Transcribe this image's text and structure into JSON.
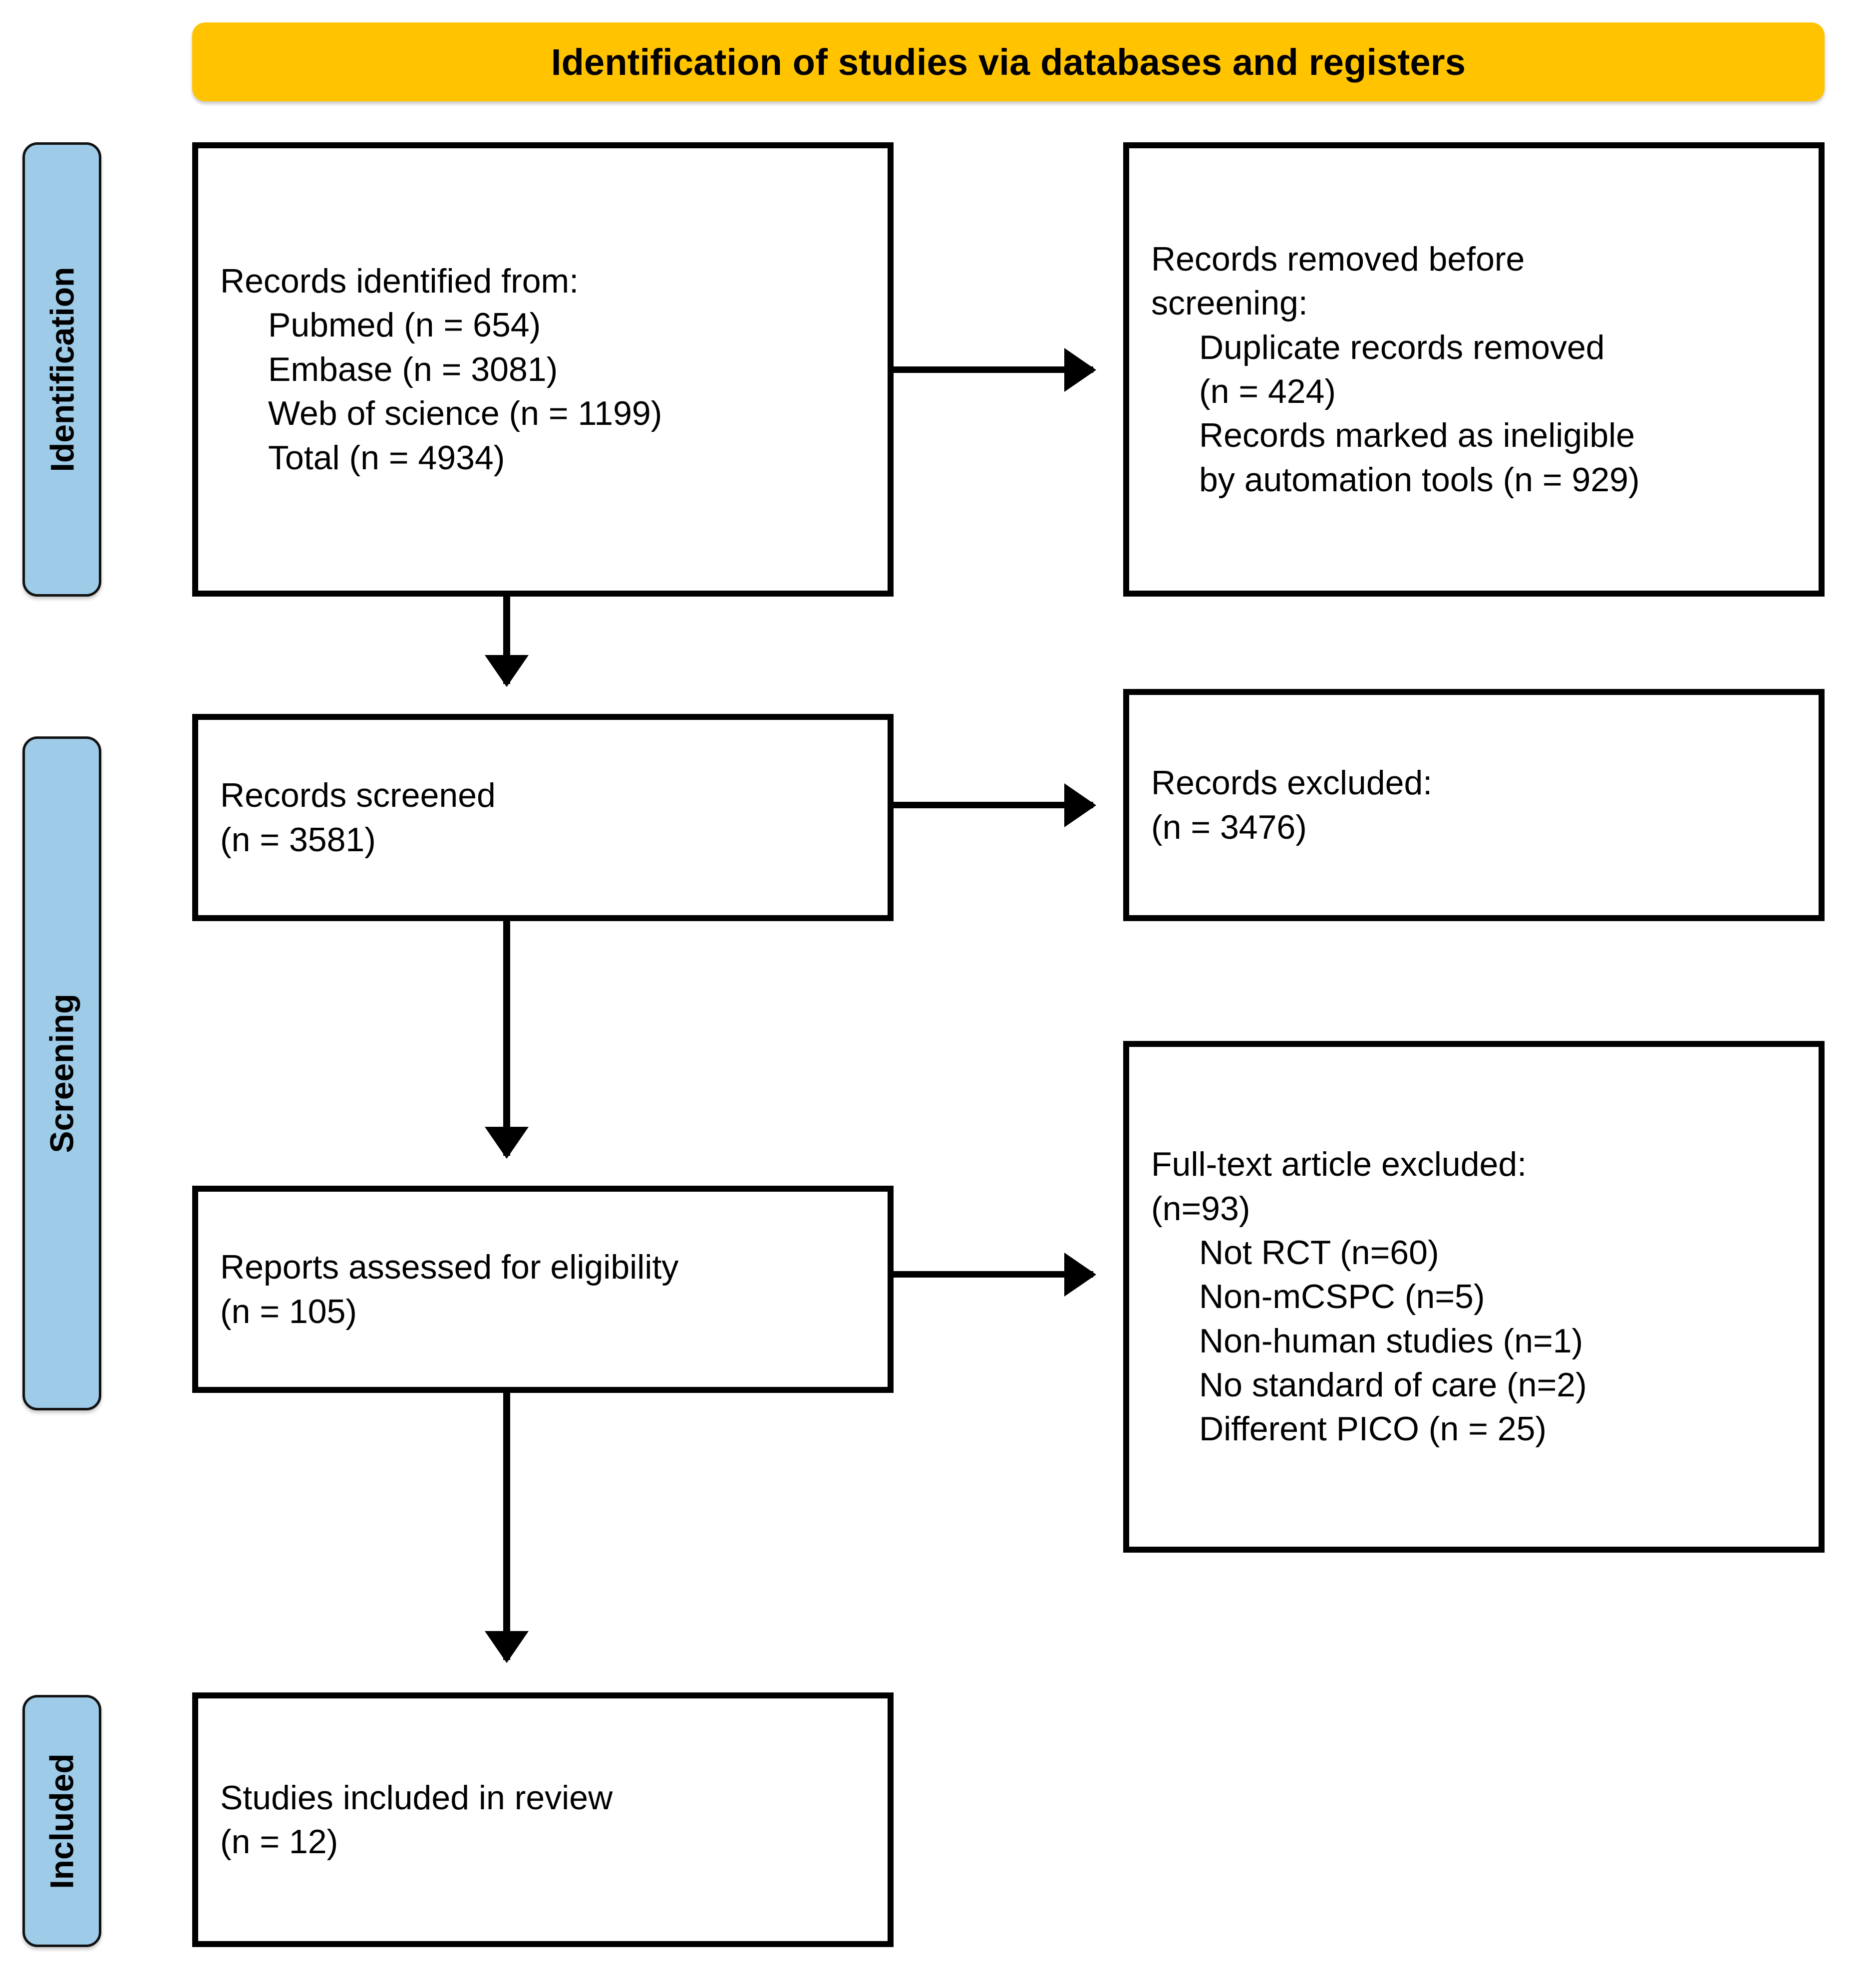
{
  "banner": {
    "title": "Identification of studies via databases and registers"
  },
  "phases": [
    {
      "label": "Identification"
    },
    {
      "label": "Screening"
    },
    {
      "label": "Included"
    }
  ],
  "boxes": {
    "identified": {
      "heading": "Records identified from:",
      "items": [
        "Pubmed (n = 654)",
        "Embase (n = 3081)",
        "Web of science (n = 1199)",
        "Total (n = 4934)"
      ]
    },
    "removed": {
      "heading_line1": "Records removed before",
      "heading_line2": "screening:",
      "items": [
        "Duplicate records removed",
        "(n = 424)",
        "Records marked as ineligible",
        "by automation tools (n = 929)"
      ]
    },
    "screened": {
      "line1": "Records screened",
      "line2": "(n = 3581)"
    },
    "excluded": {
      "line1": "Records excluded:",
      "line2": "(n = 3476)"
    },
    "eligibility": {
      "line1": "Reports assessed for eligibility",
      "line2": "(n = 105)"
    },
    "fulltext": {
      "heading": "Full-text article excluded:",
      "count": "(n=93)",
      "items": [
        "Not RCT (n=60)",
        "Non-mCSPC (n=5)",
        "Non-human studies (n=1)",
        "No standard of care (n=2)",
        "Different PICO (n = 25)"
      ]
    },
    "included": {
      "line1": "Studies included in review",
      "line2": "(n = 12)"
    }
  },
  "colors": {
    "banner_fill": "#FFC300",
    "phase_fill": "#9DCBE8",
    "box_border": "#000000",
    "text": "#000000"
  }
}
